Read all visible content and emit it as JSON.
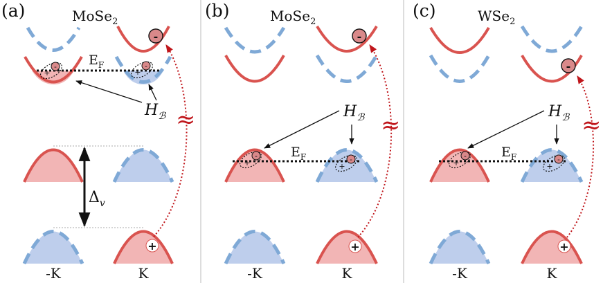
{
  "panels": [
    {
      "letter": "(a)",
      "material": "MoSe",
      "material_sub": "2",
      "fermi_label": "E",
      "fermi_sub": "F",
      "berry_label": "H",
      "berry_sub": "ℬ",
      "gap_label": "Δ",
      "gap_sub": "v",
      "approx_symbol": "≈"
    },
    {
      "letter": "(b)",
      "material": "MoSe",
      "material_sub": "2",
      "fermi_label": "E",
      "fermi_sub": "F",
      "berry_label": "H",
      "berry_sub": "ℬ",
      "approx_symbol": "≈"
    },
    {
      "letter": "(c)",
      "material": "WSe",
      "material_sub": "2",
      "fermi_label": "E",
      "fermi_sub": "F",
      "berry_label": "H",
      "berry_sub": "ℬ",
      "approx_symbol": "≈"
    }
  ],
  "valleys": [
    "-K",
    "K",
    "-K",
    "K",
    "-K",
    "K"
  ],
  "charges": {
    "electron": "-",
    "hole": "+"
  },
  "colors": {
    "red_band": "#d9534f",
    "red_fill": "#f0a8a8",
    "blue_band": "#7fa9d6",
    "blue_fill": "#b7c9ea",
    "electron_fill": "#d9898a",
    "divider": "#bbbbbb",
    "arrow_red": "#c0161b"
  }
}
